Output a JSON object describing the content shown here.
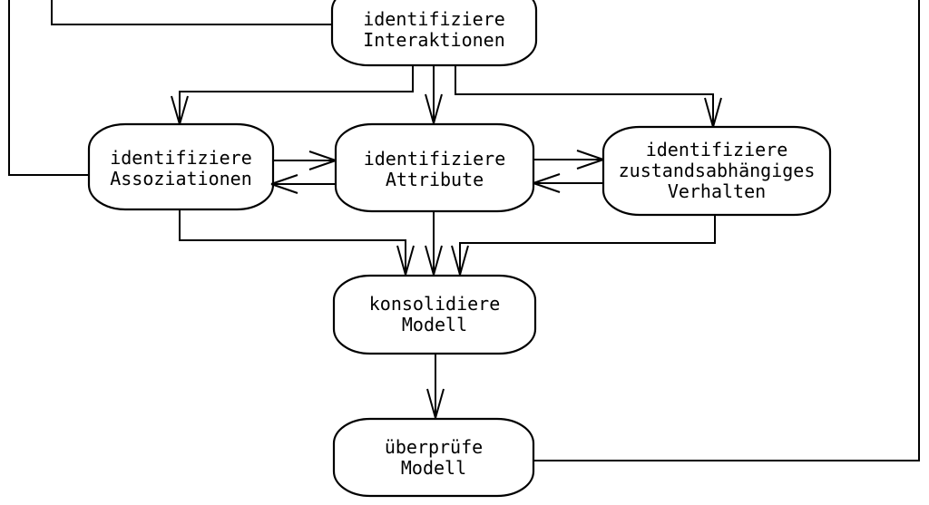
{
  "diagram": {
    "type": "flowchart",
    "language": "de",
    "background_color": "#ffffff",
    "line_color": "#000000",
    "text_color": "#000000",
    "nodes": [
      {
        "id": "identifiziere-interaktionen",
        "lines": [
          "identifiziere",
          "Interaktionen"
        ],
        "note": "clipped at top edge of image"
      },
      {
        "id": "identifiziere-assoziationen",
        "lines": [
          "identifiziere",
          "Assoziationen"
        ]
      },
      {
        "id": "identifiziere-attribute",
        "lines": [
          "identifiziere",
          "Attribute"
        ]
      },
      {
        "id": "identifiziere-zustandsabhaengiges-verhalten",
        "lines": [
          "identifiziere",
          "zustandsabhängiges",
          "Verhalten"
        ]
      },
      {
        "id": "konsolidiere-modell",
        "lines": [
          "konsolidiere",
          "Modell"
        ]
      },
      {
        "id": "ueberpruefe-modell",
        "lines": [
          "überprüfe",
          "Modell"
        ]
      }
    ],
    "edges": [
      {
        "from": "identifiziere-interaktionen",
        "to": "identifiziere-assoziationen",
        "arrow": true
      },
      {
        "from": "identifiziere-interaktionen",
        "to": "identifiziere-attribute",
        "arrow": true
      },
      {
        "from": "identifiziere-interaktionen",
        "to": "identifiziere-zustandsabhaengiges-verhalten",
        "arrow": true
      },
      {
        "from": "identifiziere-assoziationen",
        "to": "identifiziere-attribute",
        "arrow": true
      },
      {
        "from": "identifiziere-attribute",
        "to": "identifiziere-assoziationen",
        "arrow": true
      },
      {
        "from": "identifiziere-attribute",
        "to": "identifiziere-zustandsabhaengiges-verhalten",
        "arrow": true
      },
      {
        "from": "identifiziere-zustandsabhaengiges-verhalten",
        "to": "identifiziere-attribute",
        "arrow": true
      },
      {
        "from": "identifiziere-assoziationen",
        "to": "konsolidiere-modell",
        "arrow": true
      },
      {
        "from": "identifiziere-attribute",
        "to": "konsolidiere-modell",
        "arrow": true
      },
      {
        "from": "identifiziere-zustandsabhaengiges-verhalten",
        "to": "konsolidiere-modell",
        "arrow": true
      },
      {
        "from": "konsolidiere-modell",
        "to": "ueberpruefe-modell",
        "arrow": true
      },
      {
        "from": "ueberpruefe-modell",
        "to": "offscreen-top-right-feedback",
        "arrow": false
      },
      {
        "from": "offscreen-top-left-feedback",
        "to": "identifiziere-interaktionen",
        "arrow": false
      },
      {
        "from": "offscreen-top-left-feedback",
        "to": "identifiziere-assoziationen",
        "arrow": false
      }
    ]
  }
}
